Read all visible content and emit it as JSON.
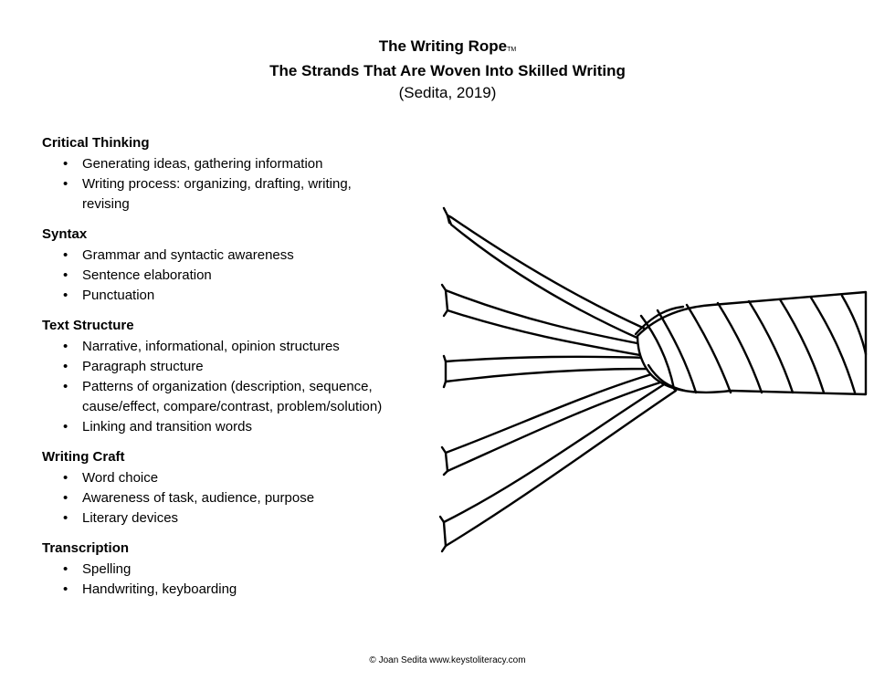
{
  "header": {
    "title": "The Writing Rope",
    "trademark": "TM",
    "subtitle": "The Strands That Are Woven Into Skilled Writing",
    "citation": "(Sedita, 2019)"
  },
  "strands": [
    {
      "name": "Critical Thinking",
      "items": [
        "Generating ideas, gathering information",
        "Writing process: organizing, drafting, writing, revising"
      ]
    },
    {
      "name": "Syntax",
      "items": [
        "Grammar and syntactic awareness",
        "Sentence elaboration",
        "Punctuation"
      ]
    },
    {
      "name": "Text Structure",
      "items": [
        "Narrative, informational, opinion structures",
        "Paragraph structure",
        "Patterns of organization (description, sequence, cause/effect, compare/contrast, problem/solution)",
        "Linking and transition words"
      ]
    },
    {
      "name": "Writing Craft",
      "items": [
        "Word choice",
        "Awareness of task, audience, purpose",
        "Literary devices"
      ]
    },
    {
      "name": "Transcription",
      "items": [
        "Spelling",
        "Handwriting, keyboarding"
      ]
    }
  ],
  "bullet_symbol": "•",
  "footer": {
    "credit": "© Joan Sedita www.keystoliteracy.com"
  },
  "colors": {
    "text": "#000000",
    "background": "#ffffff",
    "rope_stroke": "#000000",
    "rope_fill": "#ffffff"
  },
  "illustration": {
    "name": "writing-rope-drawing",
    "strand_count": 5
  }
}
